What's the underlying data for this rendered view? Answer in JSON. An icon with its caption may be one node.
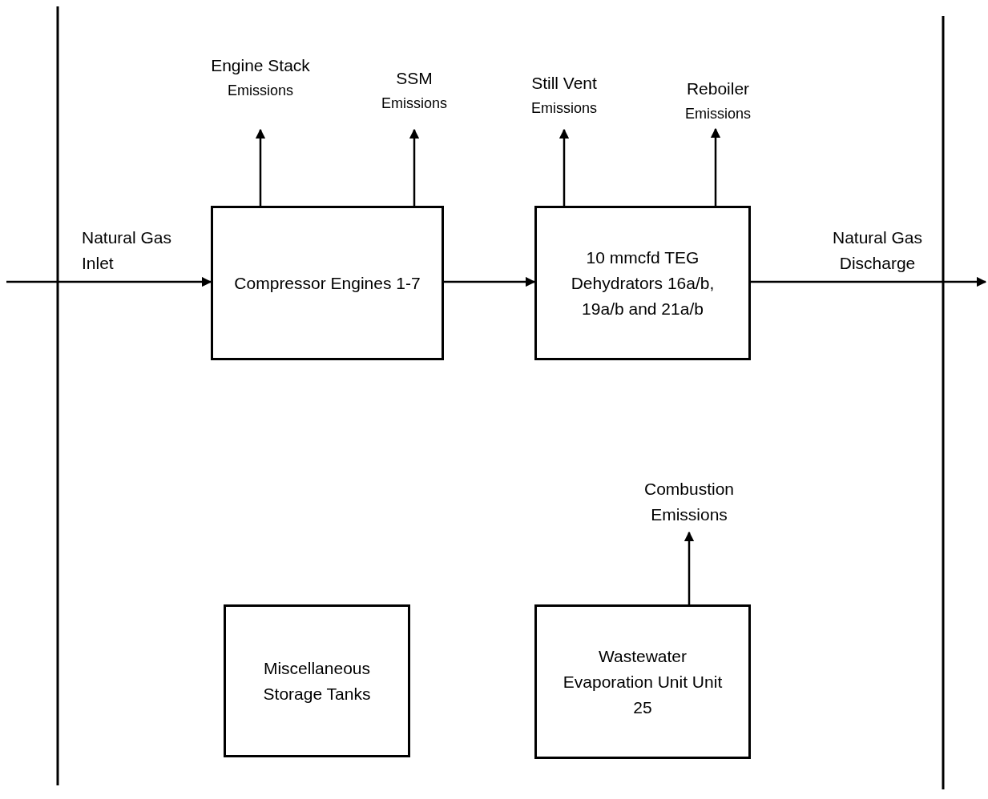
{
  "diagram": {
    "nodes": [
      {
        "text": [
          "Engine Stack",
          "Emissions"
        ]
      },
      {
        "text": [
          "SSM",
          "Emissions"
        ]
      },
      {
        "text": [
          "Still Vent",
          "Emissions"
        ]
      },
      {
        "text": [
          "Reboiler",
          "Emissions"
        ]
      },
      {
        "text": [
          "Compressor Engines 1-7"
        ]
      },
      {
        "text": [
          "10 mmcfd TEG Dehydrators 16a/b, 19a/b and 21a/b"
        ]
      },
      {
        "text": [
          "Combustion Emissions"
        ]
      },
      {
        "text": [
          "Miscellaneous Storage Tanks"
        ]
      },
      {
        "text": [
          "Wastewater Evaporation Unit Unit 25"
        ]
      }
    ],
    "edges": [
      {
        "from": null,
        "to": 4,
        "arrow": "to",
        "label": "Natural Gas Inlet"
      },
      {
        "from": 4,
        "to": 0,
        "arrow": "to"
      },
      {
        "from": 4,
        "to": 1,
        "arrow": "to"
      },
      {
        "from": 4,
        "to": 5,
        "arrow": "to"
      },
      {
        "from": 5,
        "to": 2,
        "arrow": "to"
      },
      {
        "from": 5,
        "to": 3,
        "arrow": "to"
      },
      {
        "from": 5,
        "to": null,
        "arrow": "to",
        "label": "Natural Gas Discharge"
      },
      {
        "from": 8,
        "to": 6,
        "arrow": "to"
      }
    ]
  }
}
